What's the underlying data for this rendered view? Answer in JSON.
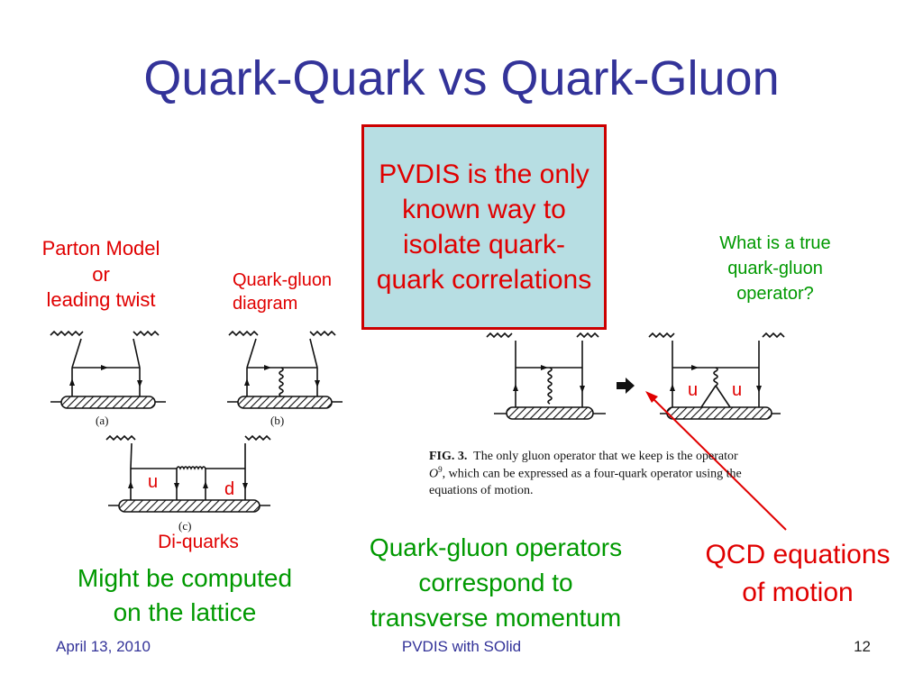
{
  "slide": {
    "title": "Quark-Quark vs Quark-Gluon"
  },
  "callout": {
    "text": "PVDIS is the only known way to isolate quark-quark correlations",
    "border_color": "#cc0000",
    "background_color": "#b7dee3"
  },
  "labels": {
    "parton_model": [
      "Parton Model",
      "or",
      "leading twist"
    ],
    "quark_gluon_diagram": [
      "Quark-gluon",
      "diagram"
    ],
    "what_true": [
      "What is a true",
      "quark-gluon",
      "operator?"
    ],
    "di_quarks": "Di-quarks",
    "might_be_computed": [
      "Might be computed",
      "on the lattice"
    ],
    "qg_operators": [
      "Quark-gluon operators",
      "correspond to",
      "transverse momentum"
    ],
    "qcd_eom": [
      "QCD equations",
      "of motion"
    ]
  },
  "diagrams": {
    "a_caption": "(a)",
    "b_caption": "(b)",
    "c_caption": "(c)",
    "c_quark_left": "u",
    "c_quark_right": "d",
    "right_quark_1": "u",
    "right_quark_2": "u"
  },
  "figure_caption": {
    "label": "FIG. 3.",
    "text_1": "The only gluon operator that we keep is the operator",
    "operator": "O",
    "operator_sup": "9",
    "text_2": ", which can be expressed as a four-quark operator using the",
    "text_3": "equations of motion."
  },
  "footer": {
    "date": "April 13, 2010",
    "center": "PVDIS with SOlid",
    "page": "12"
  },
  "colors": {
    "title": "#333399",
    "red": "#e00000",
    "green": "#009900",
    "footer": "#333399"
  }
}
